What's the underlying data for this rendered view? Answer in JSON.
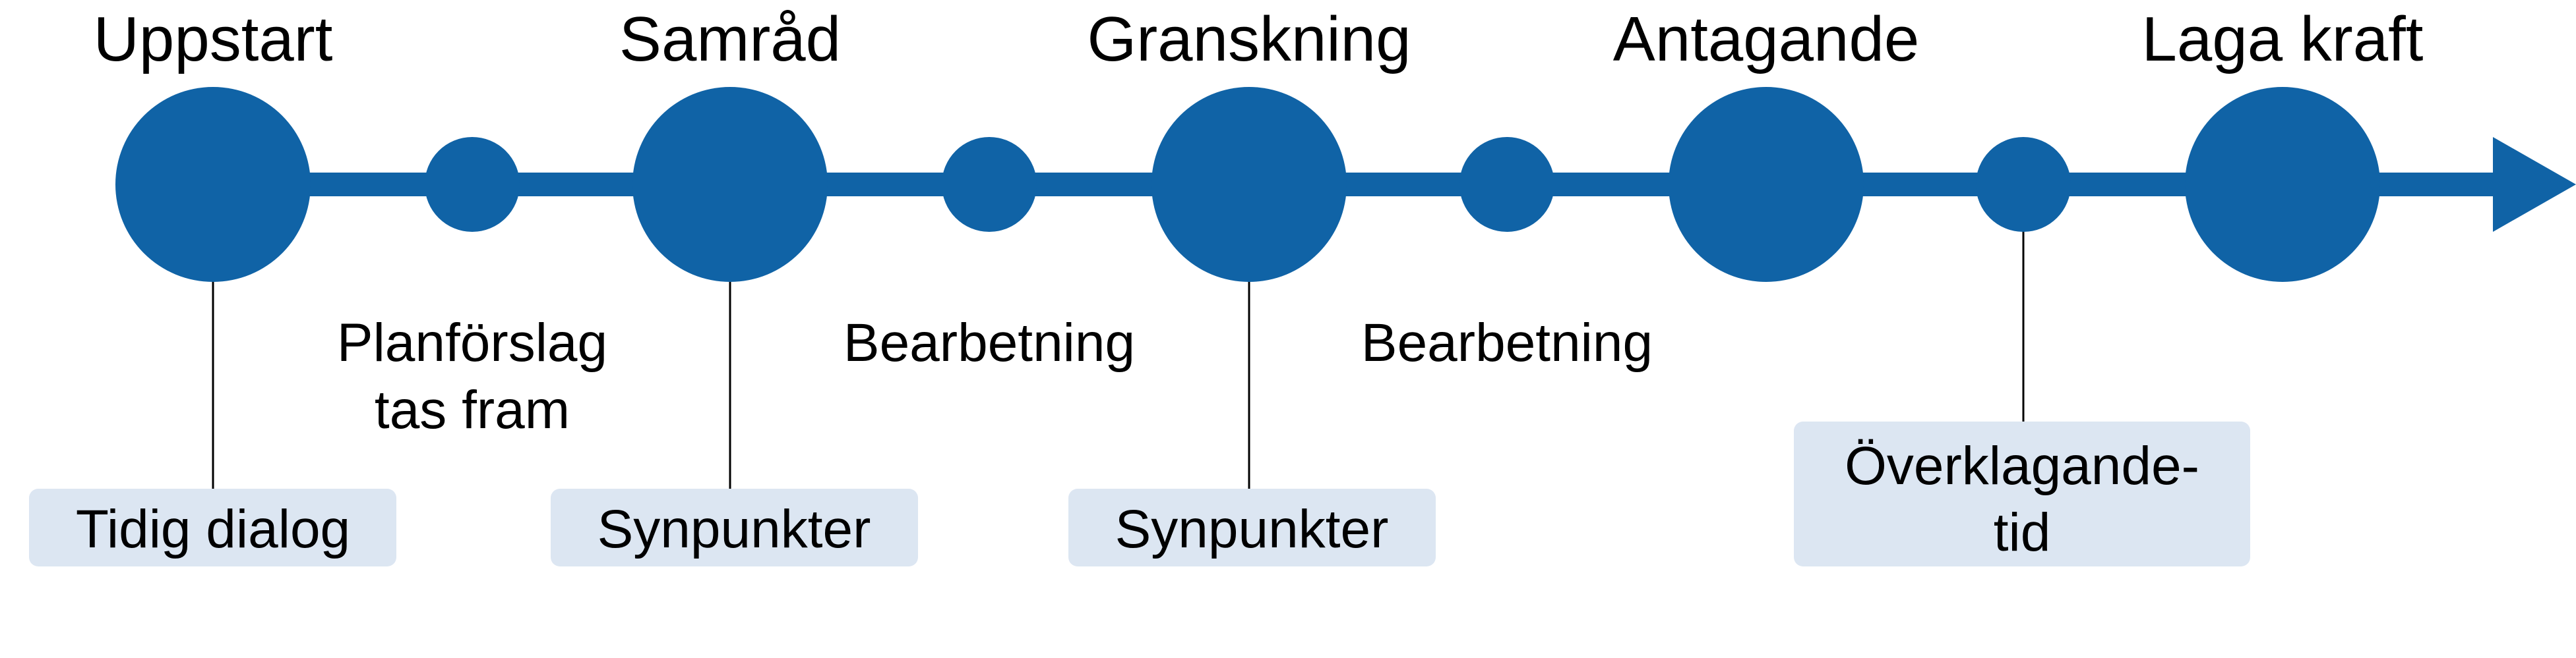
{
  "colors": {
    "timeline": "#1063a6",
    "box_fill": "#dce6f2",
    "connector": "#000000",
    "text": "#000000"
  },
  "stages": [
    {
      "title": "Uppstart"
    },
    {
      "title": "Samråd"
    },
    {
      "title": "Granskning"
    },
    {
      "title": "Antagande"
    },
    {
      "title": "Laga kraft"
    }
  ],
  "phases": [
    {
      "lines": [
        "Planförslag",
        "tas fram"
      ]
    },
    {
      "lines": [
        "Bearbetning"
      ]
    },
    {
      "lines": [
        "Bearbetning"
      ]
    },
    {
      "lines": []
    }
  ],
  "boxes": [
    {
      "lines": [
        "Tidig dialog"
      ]
    },
    {
      "lines": [
        "Synpunkter"
      ]
    },
    {
      "lines": [
        "Synpunkter"
      ]
    },
    {
      "lines": [
        "Överklagande-",
        "tid"
      ]
    }
  ]
}
